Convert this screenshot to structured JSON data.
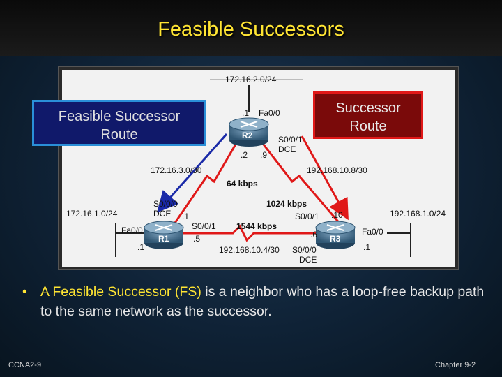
{
  "slide": {
    "title": "Feasible Successors",
    "footer_left": "CCNA2-9",
    "footer_right": "Chapter 9-2"
  },
  "callouts": {
    "feasible_successor_route": [
      "Feasible Successor",
      "Route"
    ],
    "successor_route": [
      "Successor",
      "Route"
    ]
  },
  "bullet": {
    "highlight": "A Feasible Successor (FS)",
    "rest": " is a neighbor who has a loop-free backup path to the same network as the successor."
  },
  "diagram": {
    "routers": {
      "r1": "R1",
      "r2": "R2",
      "r3": "R3"
    },
    "networks": {
      "top": "172.16.2.0/24",
      "left": "172.16.1.0/24",
      "right": "192.168.1.0/24",
      "r1_r2": "172.16.3.0/30",
      "r2_r3": "192.168.10.8/30",
      "r1_r3": "192.168.10.4/30"
    },
    "bandwidths": {
      "r1_r2": "64 kbps",
      "r2_r3": "1024 kbps",
      "r1_r3": "1544 kbps"
    },
    "interfaces": {
      "r2_top_ip": ".1",
      "r2_fa": "Fa0/0",
      "r2_s001": "S0/0/1",
      "r2_dce": "DCE",
      "r2_ip_left": ".2",
      "r2_ip_right": ".9",
      "r1_s000": "S0/0/0",
      "r1_dce": "DCE",
      "r1_s000_ip": ".1",
      "r1_s001": "S0/0/1",
      "r1_s001_ip": ".5",
      "r1_fa": "Fa0/0",
      "r1_fa_ip": ".1",
      "r3_s001": "S0/0/1",
      "r3_s001_ip": ".10",
      "r3_s000_ip": ".6",
      "r3_s000": "S0/0/0",
      "r3_dce": "DCE",
      "r3_fa": "Fa0/0",
      "r3_fa_ip": ".1"
    }
  },
  "colors": {
    "title": "#ffe533",
    "fs_arrow": "#1a2aa8",
    "successor_arrow": "#e01818",
    "serial_link": "#e01818"
  }
}
